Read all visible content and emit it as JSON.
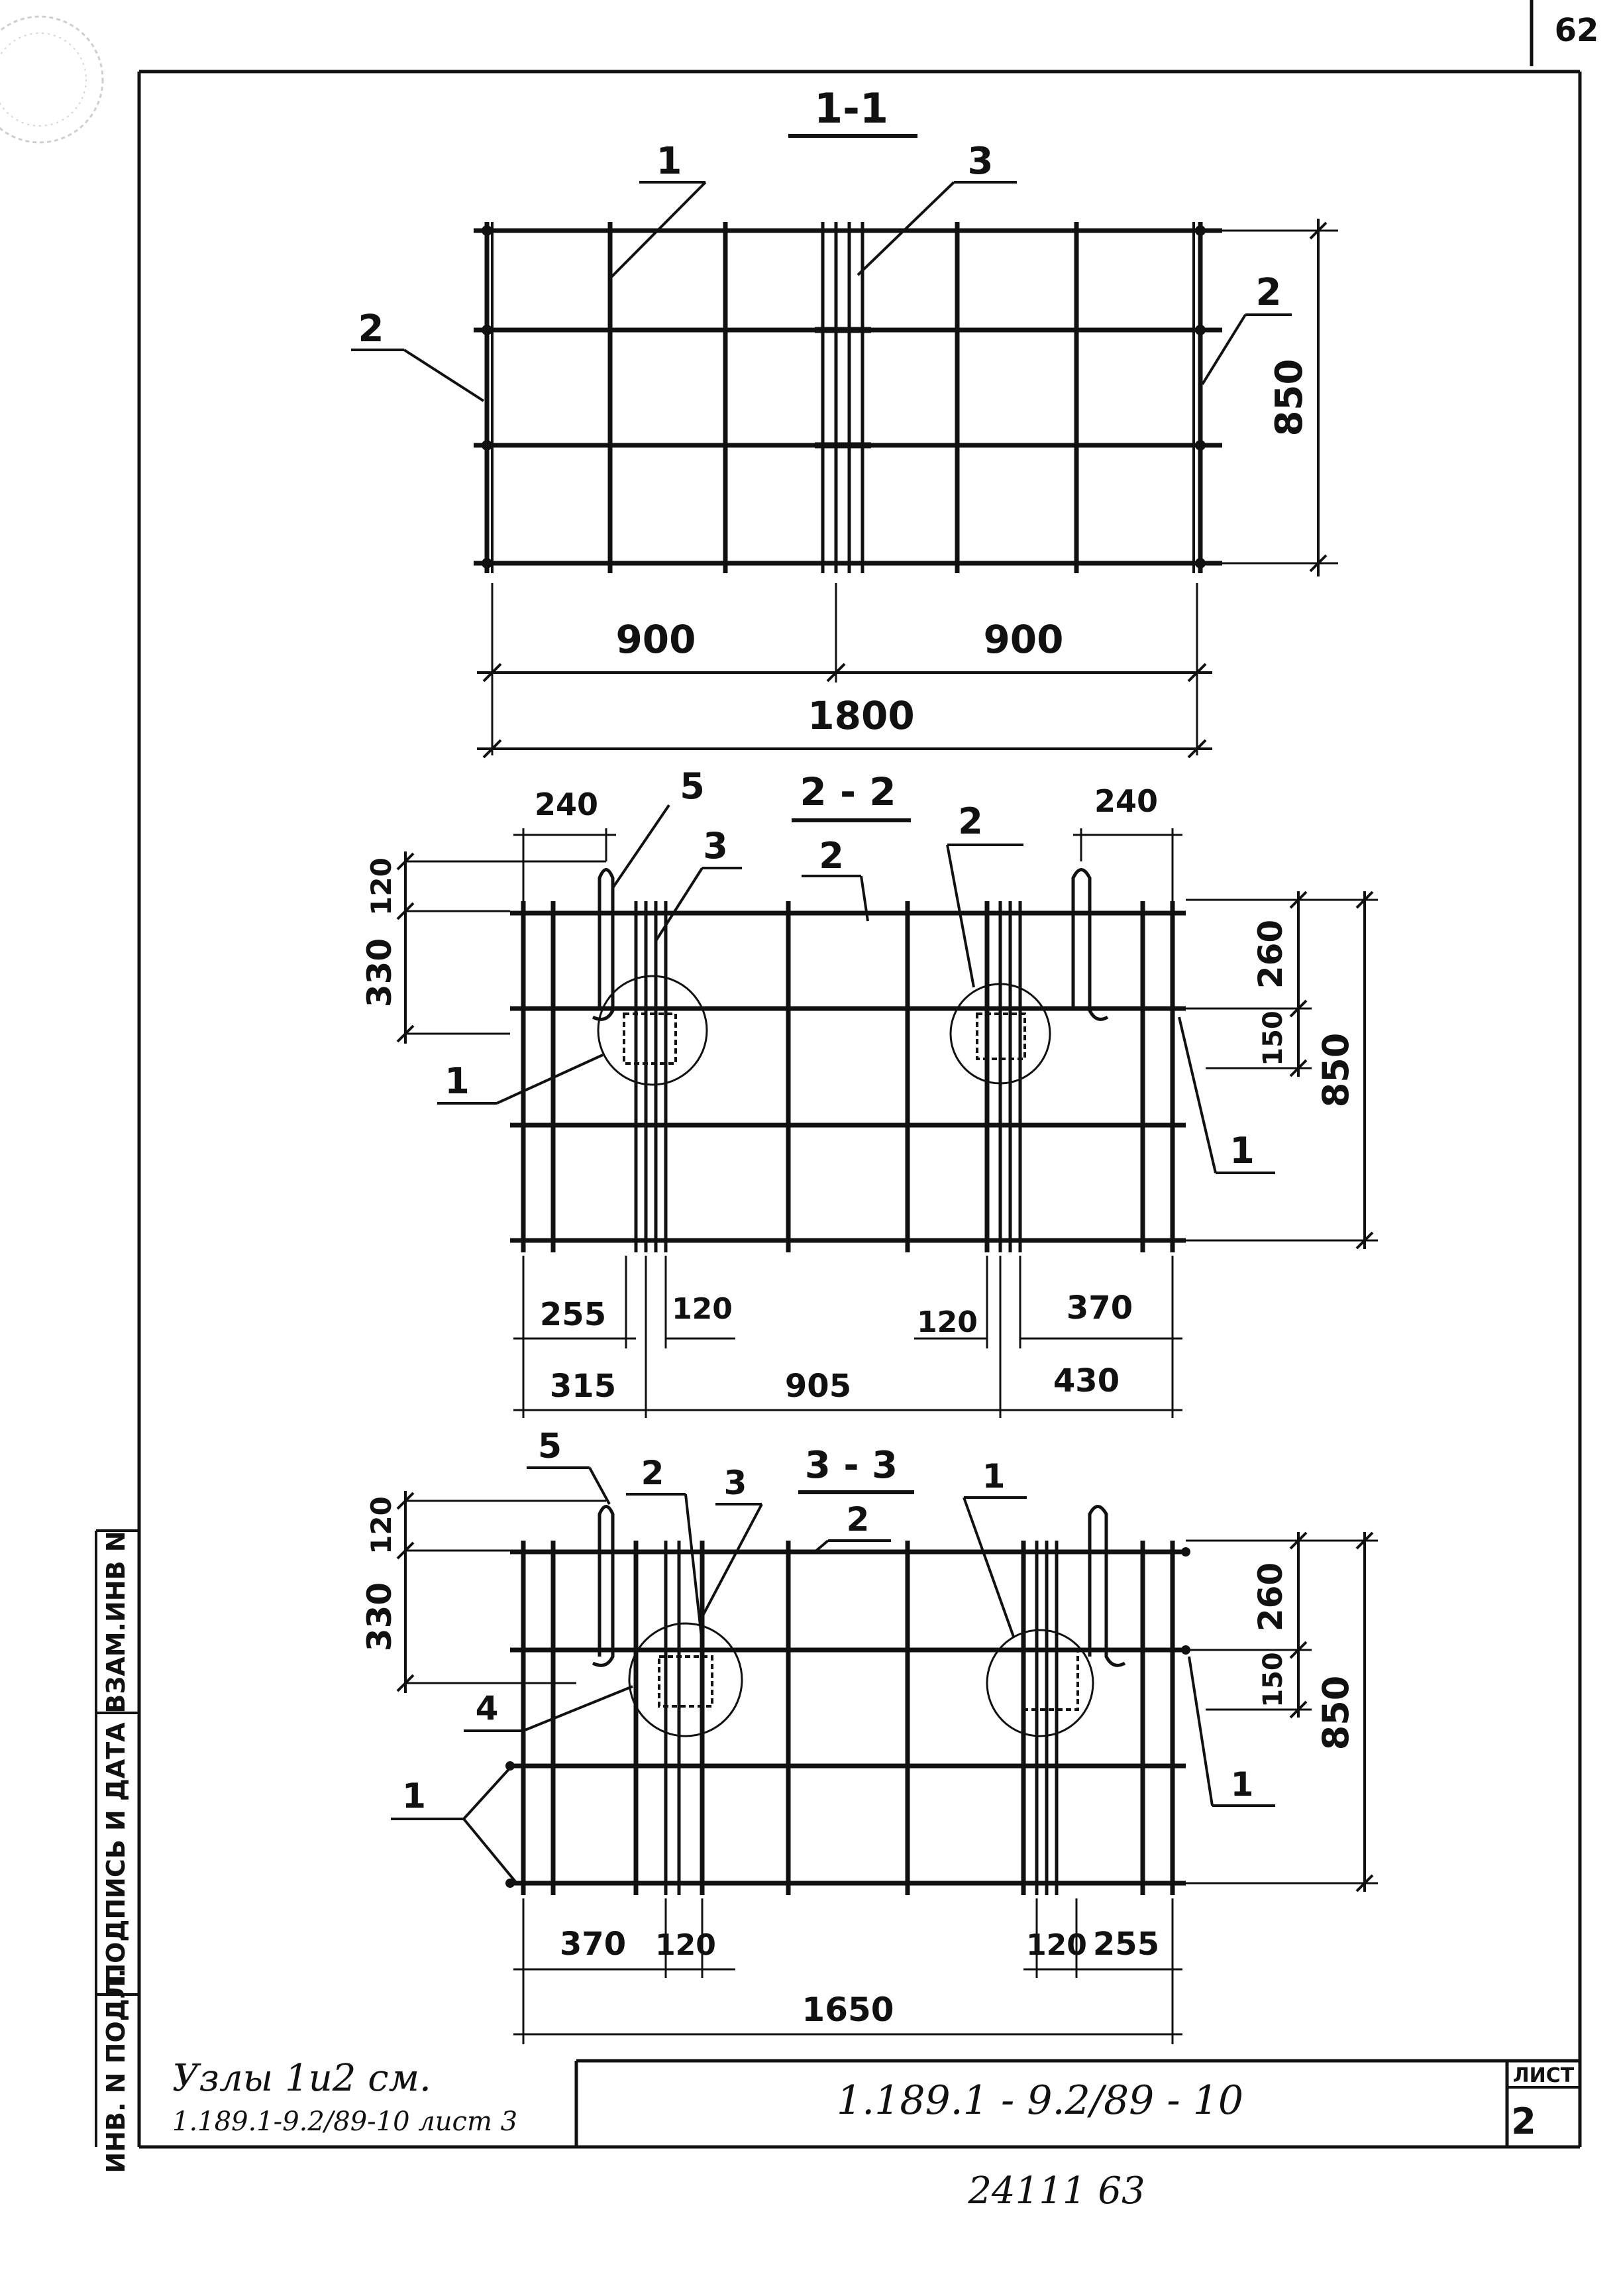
{
  "sheet_corner_number": "62",
  "sections": {
    "s11": {
      "title": "1-1",
      "callouts": {
        "c1": "1",
        "c2left": "2",
        "c2right": "2",
        "c3": "3"
      },
      "dims": {
        "height": "850",
        "left": "900",
        "right": "900",
        "total": "1800"
      }
    },
    "s22": {
      "title": "2 - 2",
      "callouts": {
        "c5": "5",
        "c3": "3",
        "c2a": "2",
        "c2b": "2",
        "c1left": "1",
        "c1right": "1"
      },
      "dims": {
        "top_left": "240",
        "top_right": "240",
        "left_120": "120",
        "left_330": "330",
        "right_260": "260",
        "right_150": "150",
        "right_850": "850",
        "b1_255": "255",
        "b1_120a": "120",
        "b1_120b": "120",
        "b1_370": "370",
        "b2_315": "315",
        "b2_905": "905",
        "b2_430": "430"
      }
    },
    "s33": {
      "title": "3 - 3",
      "callouts": {
        "c5": "5",
        "c2a": "2",
        "c3": "3",
        "c2b": "2",
        "c1top": "1",
        "c4": "4",
        "c1left": "1",
        "c1right": "1"
      },
      "dims": {
        "left_120": "120",
        "left_330": "330",
        "right_260": "260",
        "right_150": "150",
        "right_850": "850",
        "b1_370": "370",
        "b1_120a": "120",
        "b1_120b": "120",
        "b1_255": "255",
        "total": "1650"
      }
    }
  },
  "side_stamp": {
    "col1": "ИНВ. N ПОДЛ.",
    "col2": "ПОДПИСЬ И ДАТА",
    "col3": "ВЗАМ.ИНВ N"
  },
  "notes": {
    "line1": "Узлы 1и2 см.",
    "line2": "1.189.1-9.2/89-10 лист 3"
  },
  "title_block": {
    "code": "1.189.1 - 9.2/89 - 10",
    "sheet_label": "ЛИСТ",
    "sheet_number": "2"
  },
  "bottom_number": "24111 63"
}
